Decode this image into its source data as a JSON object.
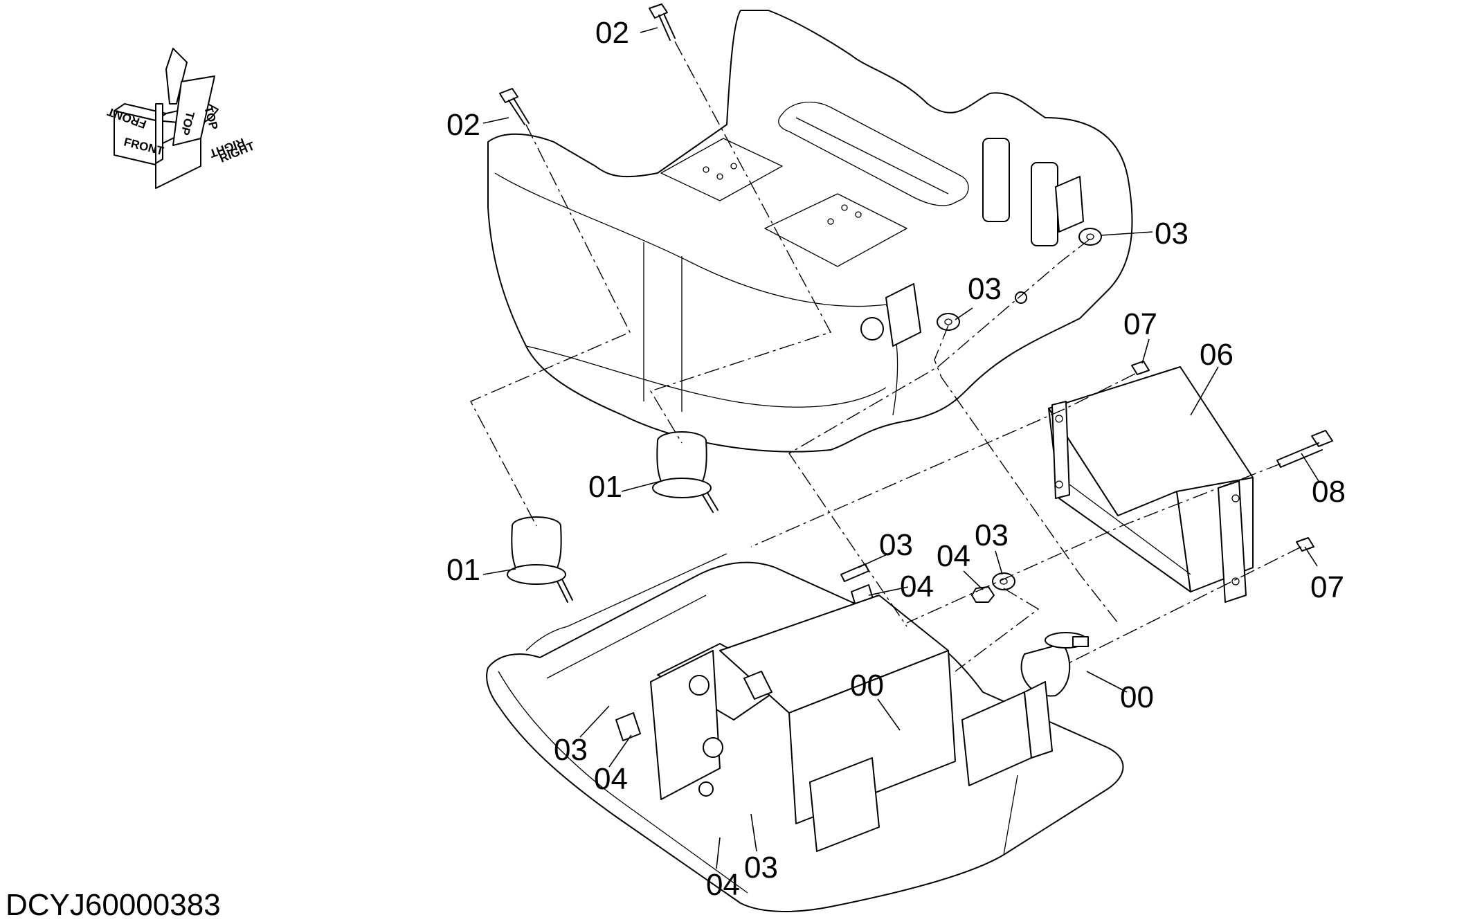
{
  "drawing_number": "DCYJ60000383",
  "orientation": {
    "front": "FRONT",
    "top": "TOP",
    "right": "RIGHT"
  },
  "callouts": [
    {
      "id": "c1",
      "label": "02"
    },
    {
      "id": "c2",
      "label": "02"
    },
    {
      "id": "c3",
      "label": "03"
    },
    {
      "id": "c4",
      "label": "03"
    },
    {
      "id": "c5",
      "label": "07"
    },
    {
      "id": "c6",
      "label": "06"
    },
    {
      "id": "c7",
      "label": "08"
    },
    {
      "id": "c8",
      "label": "01"
    },
    {
      "id": "c9",
      "label": "01"
    },
    {
      "id": "c10",
      "label": "03"
    },
    {
      "id": "c11",
      "label": "04"
    },
    {
      "id": "c12",
      "label": "03"
    },
    {
      "id": "c13",
      "label": "04"
    },
    {
      "id": "c14",
      "label": "07"
    },
    {
      "id": "c15",
      "label": "00"
    },
    {
      "id": "c16",
      "label": "00"
    },
    {
      "id": "c17",
      "label": "03"
    },
    {
      "id": "c18",
      "label": "04"
    },
    {
      "id": "c19",
      "label": "03"
    },
    {
      "id": "c20",
      "label": "04"
    }
  ]
}
